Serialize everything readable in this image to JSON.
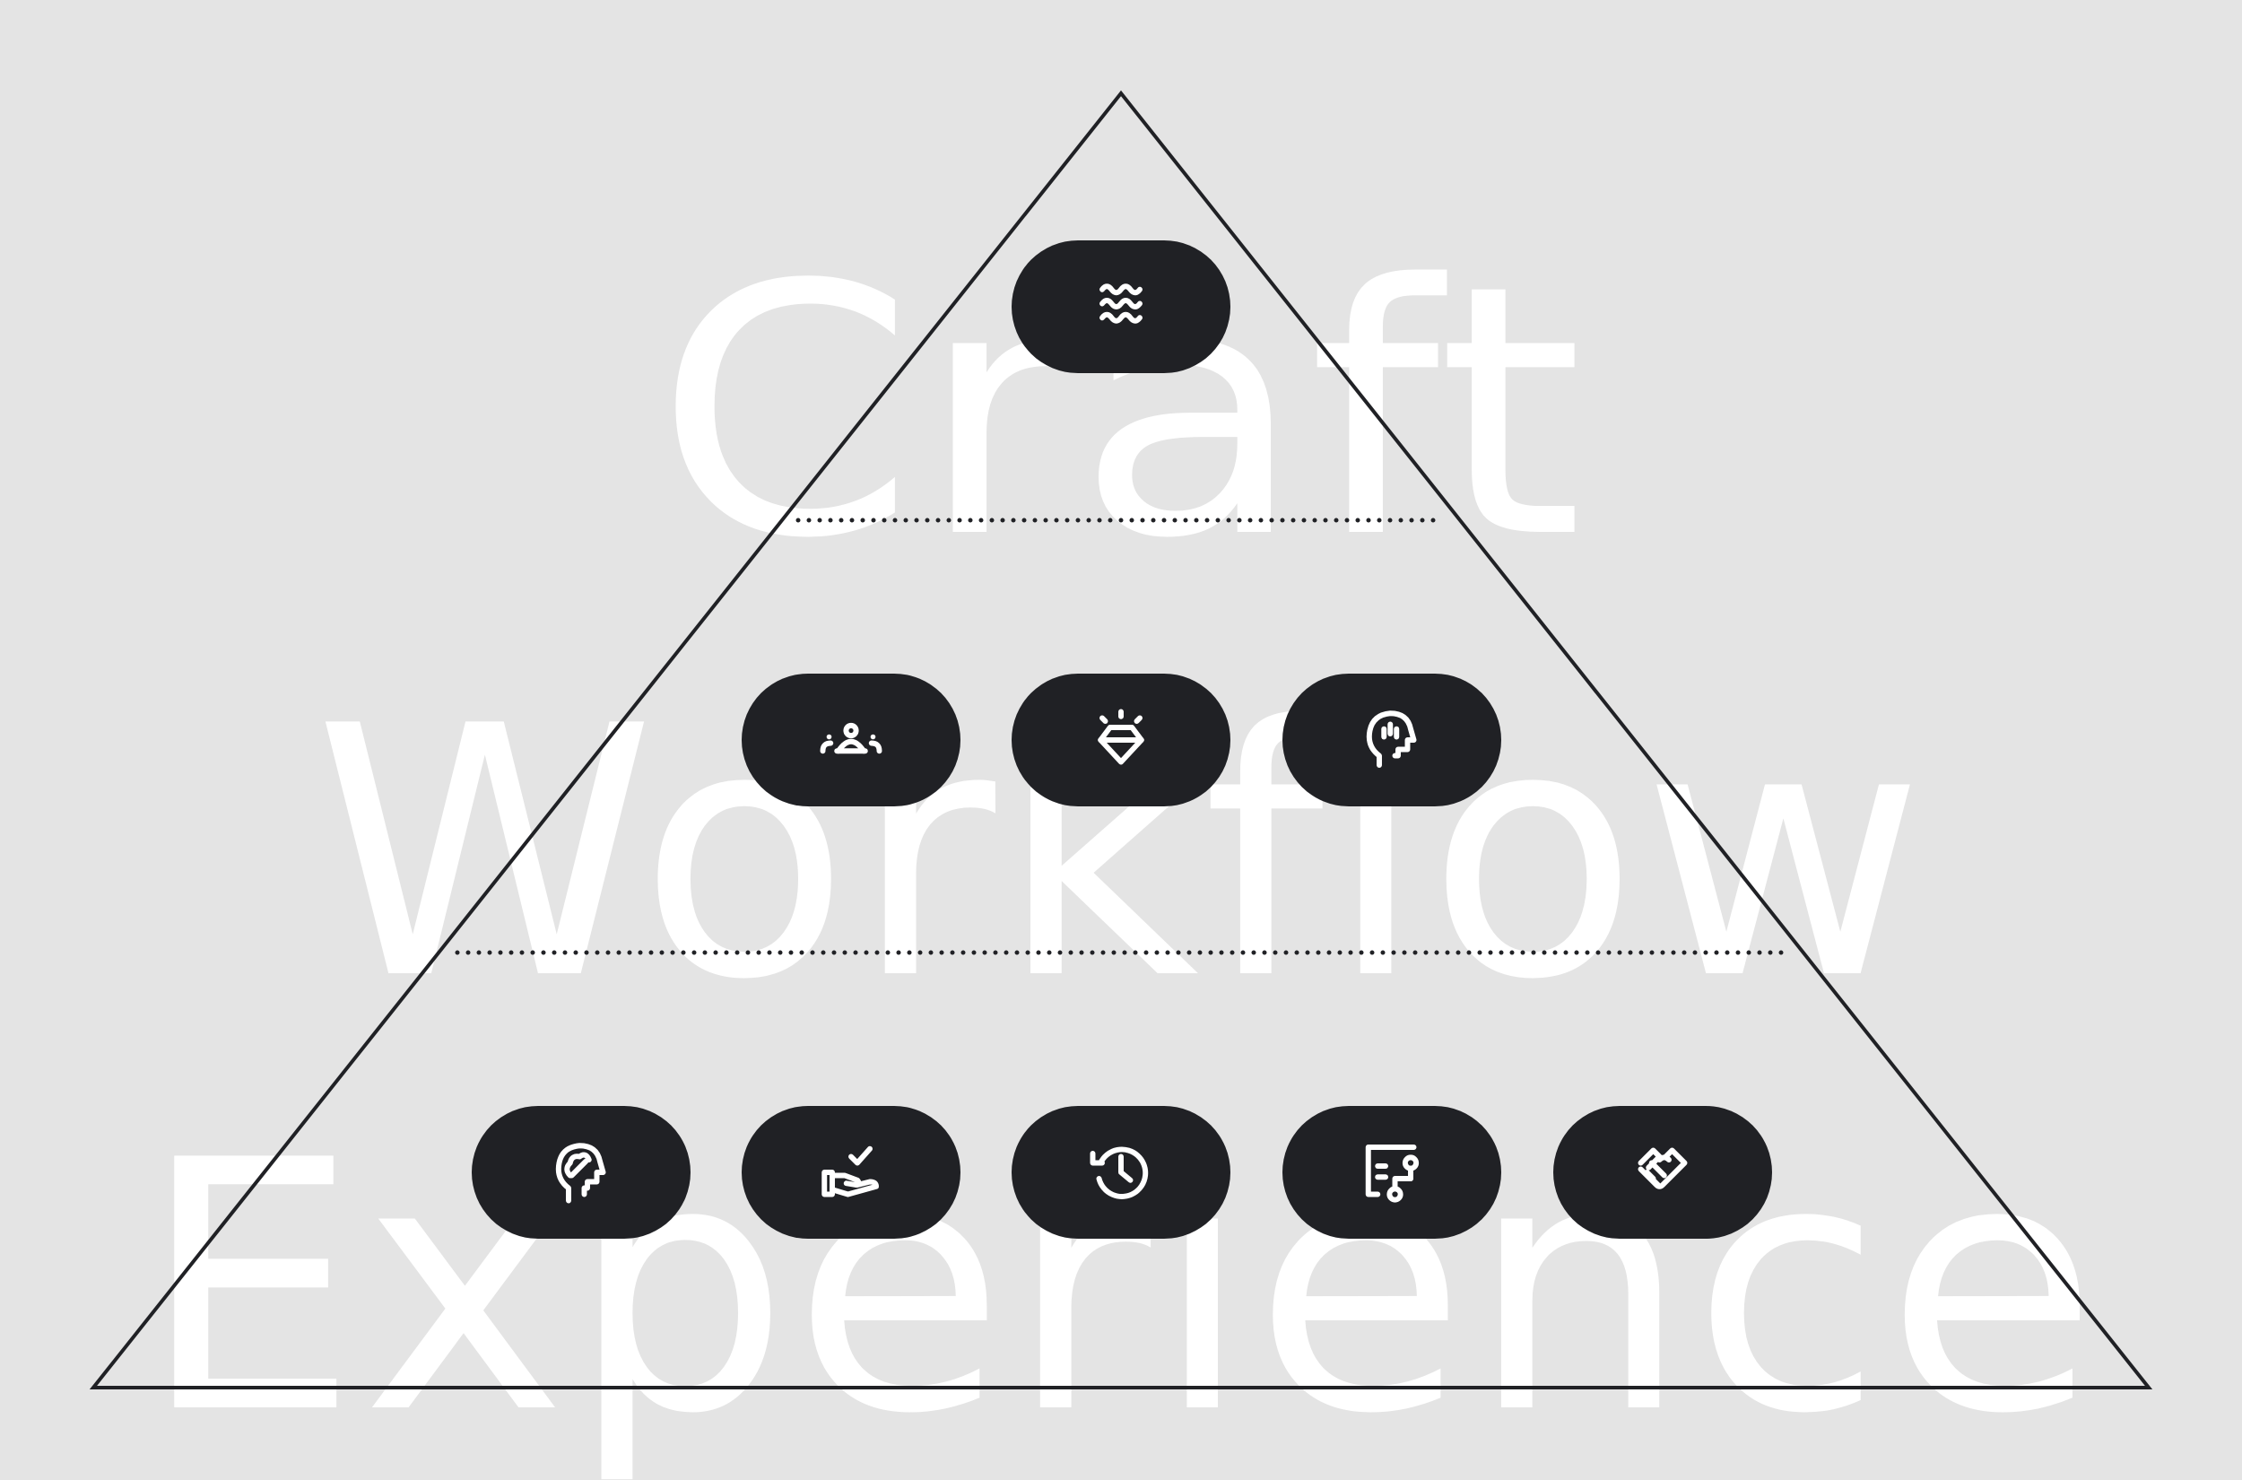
{
  "tiers": [
    {
      "word": "Craft",
      "icons": [
        "waves-icon"
      ]
    },
    {
      "word": "Workflow",
      "icons": [
        "team-icon",
        "diamond-icon",
        "head-thinking-icon"
      ]
    },
    {
      "word": "Experience",
      "icons": [
        "head-brain-icon",
        "hand-check-icon",
        "history-clock-icon",
        "document-flow-icon",
        "handshake-icon"
      ]
    }
  ],
  "colors": {
    "background": "#e4e4e4",
    "word": "#ffffff",
    "outline": "#202125",
    "pill": "#202125",
    "icon": "#ffffff"
  }
}
